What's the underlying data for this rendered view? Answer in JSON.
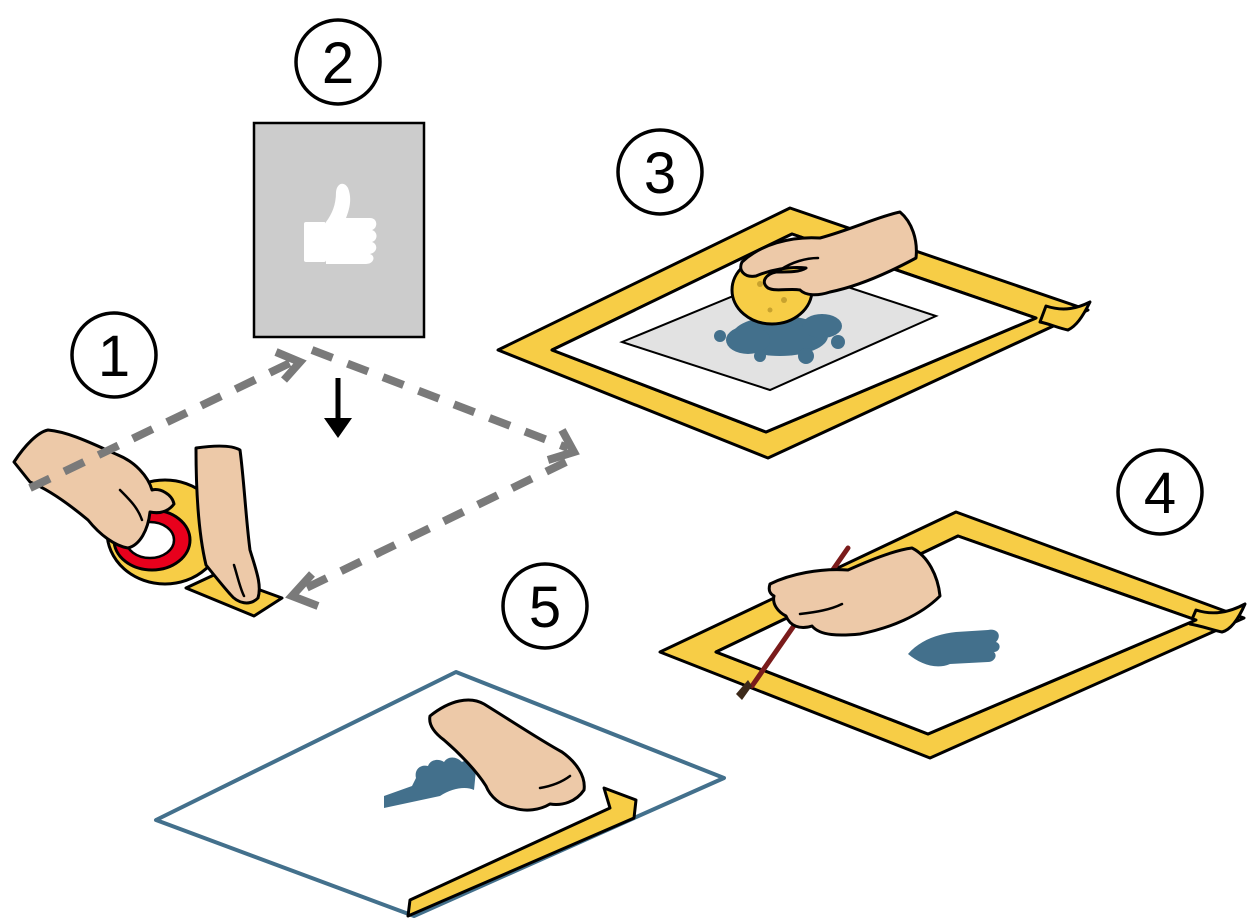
{
  "steps": [
    {
      "number": "1"
    },
    {
      "number": "2"
    },
    {
      "number": "3"
    },
    {
      "number": "4"
    },
    {
      "number": "5"
    }
  ],
  "colors": {
    "tape": "#f7cd46",
    "skin": "#edc9a8",
    "motif": "#43708c",
    "stencil_gray": "#cccccc",
    "arrow_gray": "#7a7a7a",
    "tape_core_red": "#e8001c",
    "final_border": "#43708c"
  },
  "icons": {
    "stencil": "thumbs-up-icon",
    "tape_roll": "masking-tape-roll-icon",
    "sponge": "sponge-icon",
    "brush": "paintbrush-icon"
  }
}
